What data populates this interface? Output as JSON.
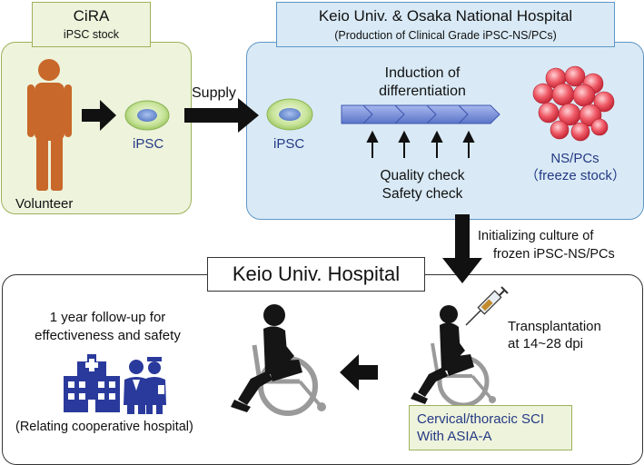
{
  "cira": {
    "title": "CiRA",
    "subtitle": "iPSC stock",
    "volunteer_label": "Volunteer",
    "ipsc_label": "iPSC"
  },
  "supply_label": "Supply",
  "keio": {
    "title": "Keio Univ. & Osaka National Hospital",
    "subtitle": "(Production of Clinical Grade iPSC-NS/PCs)",
    "ipsc_label": "iPSC",
    "induction_line1": "Induction of",
    "induction_line2": "differentiation",
    "quality_check": "Quality check",
    "safety_check": "Safety check",
    "nspc_line1": "NS/PCs",
    "nspc_line2": "（freeze stock）"
  },
  "culture": {
    "line1": "Initializing culture of",
    "line2": "frozen iPSC-NS/PCs"
  },
  "hospital": {
    "title": "Keio Univ. Hospital",
    "followup_line1": "1 year follow-up for",
    "followup_line2": "effectiveness and safety",
    "relating": "(Relating cooperative hospital)",
    "transplant_line1": "Transplantation",
    "transplant_line2": "at 14~28 dpi",
    "sci_line1": "Cervical/thoracic SCI",
    "sci_line2": "With ASIA-A"
  },
  "colors": {
    "cira_fill": "#eef3dc",
    "keio_fill": "#d9eaf6",
    "volunteer": "#c8682a",
    "cell_green": "#bfe08a",
    "nucleus_blue": "#6a8fd6",
    "arrow_blue": "#6f86d6",
    "nspc_red": "#e8414f",
    "hospital_blue": "#2a3a9c",
    "silhouette": "#151515",
    "wheel_gray": "#9a9a9a"
  }
}
